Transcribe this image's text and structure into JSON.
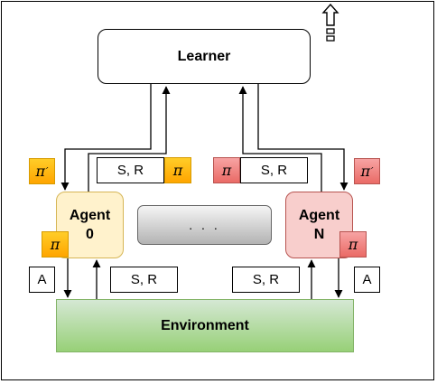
{
  "learner": {
    "label": "Learner"
  },
  "agent0": {
    "line1": "Agent",
    "line2": "0"
  },
  "agentN": {
    "line1": "Agent",
    "line2": "N"
  },
  "ellipsis": {
    "label": ". . ."
  },
  "environment": {
    "label": "Environment"
  },
  "labels": {
    "sr": "S, R",
    "action": "A",
    "pi": "π",
    "pi_prime_base": "π",
    "pi_prime_mark": "′"
  },
  "colors": {
    "agent0_fill": "#fff2cc",
    "agentN_fill": "#f8cecc",
    "env_fill": "#b9dca6",
    "pi_yellow": "#ffb800",
    "pi_red": "#ef7d7a"
  },
  "icons": {
    "top_right": "upload-arrow-icon"
  }
}
